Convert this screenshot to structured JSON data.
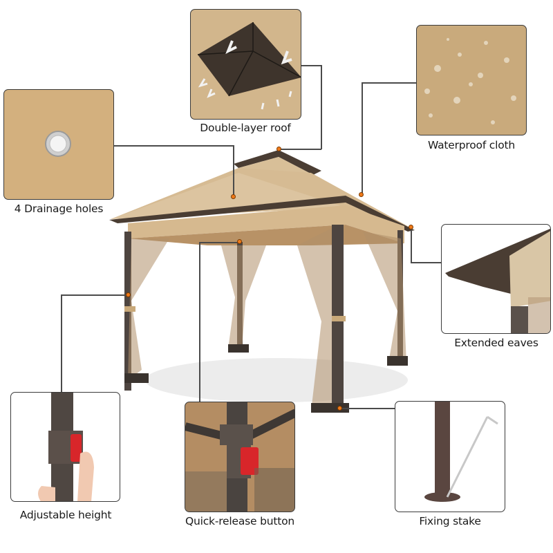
{
  "features": [
    {
      "id": "drainage",
      "label": "4 Drainage holes"
    },
    {
      "id": "roof",
      "label": "Double-layer roof"
    },
    {
      "id": "waterproof",
      "label": "Waterproof cloth"
    },
    {
      "id": "eaves",
      "label": "Extended eaves"
    },
    {
      "id": "height",
      "label": "Adjustable height"
    },
    {
      "id": "release",
      "label": "Quick-release button"
    },
    {
      "id": "stake",
      "label": "Fixing stake"
    }
  ],
  "colors": {
    "canvas_tan": "#c9a97a",
    "roof_brown": "#4a3d33",
    "callout_dot": "#f07a1a",
    "release_red": "#d8262a",
    "frame_brown": "#4e4540"
  }
}
